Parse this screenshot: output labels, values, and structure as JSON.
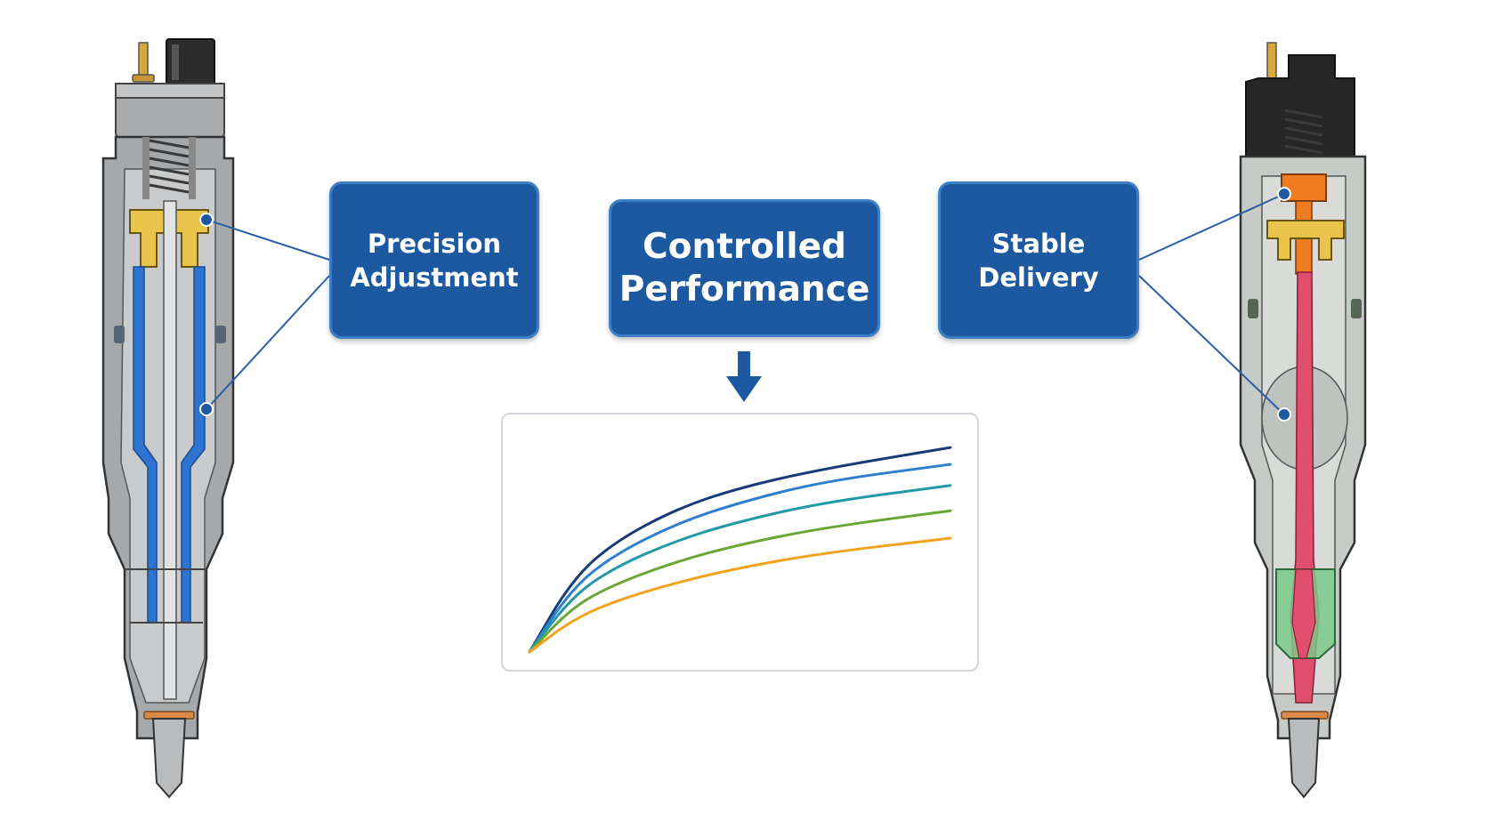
{
  "labels": {
    "precision": {
      "line1": "Precision",
      "line2": "Adjustment"
    },
    "controlled": {
      "line1": "Controlled",
      "line2": "Performance"
    },
    "stable": {
      "line1": "Stable",
      "line2": "Delivery"
    }
  },
  "colors": {
    "box_fill": "#1d59a0",
    "box_border": "#3d7fc6",
    "connector": "#2a5fa8",
    "arrow": "#1d59a0",
    "left_fuel_path": "#2e72d2",
    "left_valve_part": "#e8c44a",
    "right_valve_part": "#f07c22",
    "right_fuel_path": "#e0506e",
    "right_nozzle_part": "#7cc98a",
    "body_gray": "#9a9da0"
  },
  "icons": [
    "down-arrow-icon",
    "connector-dot-icon"
  ],
  "chart_data": {
    "type": "line",
    "title": "",
    "xlabel": "",
    "ylabel": "",
    "axes_visible": false,
    "grid": false,
    "legend": "none",
    "xlim": [
      0,
      1
    ],
    "ylim": [
      0,
      1
    ],
    "series": [
      {
        "color": "#1a3a7a",
        "x": [
          0,
          0.1,
          0.2,
          0.35,
          0.5,
          0.7,
          1.0
        ],
        "y": [
          0,
          0.34,
          0.52,
          0.68,
          0.78,
          0.87,
          0.97
        ]
      },
      {
        "color": "#2f7fd0",
        "x": [
          0,
          0.1,
          0.2,
          0.35,
          0.5,
          0.7,
          1.0
        ],
        "y": [
          0,
          0.3,
          0.46,
          0.61,
          0.71,
          0.81,
          0.89
        ]
      },
      {
        "color": "#1f9aa6",
        "x": [
          0,
          0.1,
          0.2,
          0.35,
          0.5,
          0.7,
          1.0
        ],
        "y": [
          0,
          0.26,
          0.4,
          0.53,
          0.62,
          0.71,
          0.79
        ]
      },
      {
        "color": "#6aa636",
        "x": [
          0,
          0.1,
          0.2,
          0.35,
          0.5,
          0.7,
          1.0
        ],
        "y": [
          0,
          0.21,
          0.32,
          0.43,
          0.51,
          0.59,
          0.67
        ]
      },
      {
        "color": "#f2a21c",
        "x": [
          0,
          0.1,
          0.2,
          0.35,
          0.5,
          0.7,
          1.0
        ],
        "y": [
          0,
          0.15,
          0.24,
          0.33,
          0.4,
          0.47,
          0.54
        ]
      }
    ]
  }
}
